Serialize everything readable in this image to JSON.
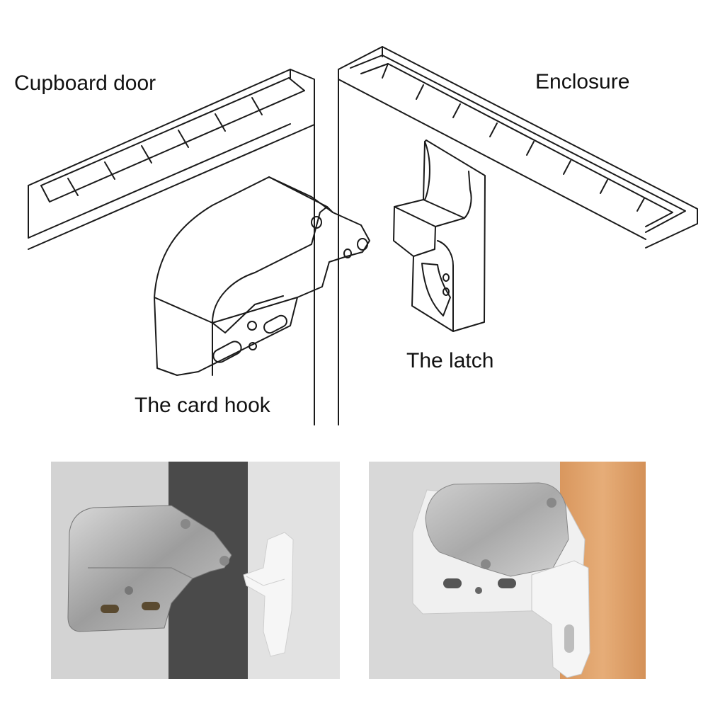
{
  "labels": {
    "cupboard_door": "Cupboard door",
    "enclosure": "Enclosure",
    "the_latch": "The latch",
    "the_card_hook": "The card hook"
  },
  "colors": {
    "line": "#1a1a1a",
    "background": "#ffffff",
    "photo_wall": "#d6d6d6",
    "dark_door": "#4b4b4b",
    "metal": "#b9b9b9",
    "plastic": "#f4f4f4",
    "wood": "#e2a36a"
  }
}
